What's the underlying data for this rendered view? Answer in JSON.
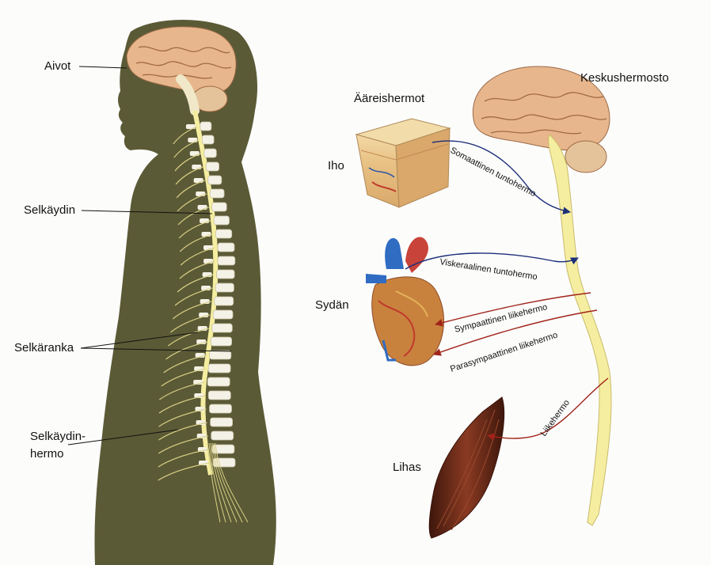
{
  "labels": {
    "brain": "Aivot",
    "spinal_cord": "Selkäydin",
    "spine": "Selkäranka",
    "spinal_nerve_line1": "Selkäydin-",
    "spinal_nerve_line2": "hermo",
    "cns": "Keskushermosto",
    "pns": "Ääreishermot",
    "skin": "Iho",
    "heart": "Sydän",
    "muscle": "Lihas"
  },
  "nerves": {
    "somatic_sensory": "Somaattinen tuntohermo",
    "visceral_sensory": "Viskeraalinen tuntohermo",
    "sympathetic_motor": "Sympaattinen liikehermo",
    "parasympathetic_motor": "Parasympaattinen liikehermo",
    "motor": "Liikehermo"
  },
  "colors": {
    "body": "#5b5a36",
    "spinal_cord": "#f5eea0",
    "bone": "#f4f1e6",
    "sensory_arrow": "#1d2f7a",
    "motor_arrow": "#7a2316",
    "brain": "#e8b68c",
    "muscle": "#6b2a18"
  }
}
